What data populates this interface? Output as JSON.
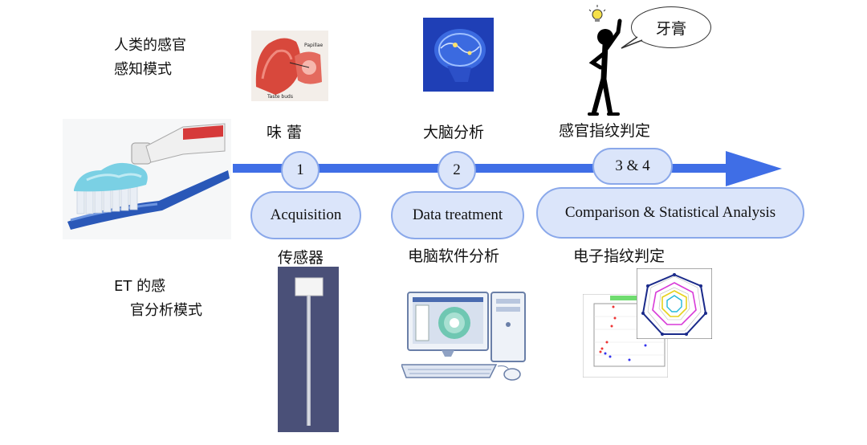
{
  "human_mode": {
    "line1": "人类的感官",
    "line2": "感知模式"
  },
  "et_mode": {
    "line1": "ET 的感",
    "line2": "官分析模式"
  },
  "top_labels": {
    "taste_buds": "味 蕾",
    "brain_analysis": "大脑分析",
    "sensory_judgment": "感官指纹判定"
  },
  "speech_bubble": "牙膏",
  "steps": [
    {
      "number": "1",
      "label": "Acquisition"
    },
    {
      "number": "2",
      "label": "Data treatment"
    },
    {
      "number": "3 & 4",
      "label": "Comparison & Statistical Analysis"
    }
  ],
  "bottom_labels": {
    "sensor": "传感器",
    "computer_software": "电脑软件分析",
    "electronic_fingerprint": "电子指纹判定"
  },
  "colors": {
    "arrow": "#3f6ee6",
    "pill_fill": "#dbe5fa",
    "pill_border": "#8aa8ea"
  }
}
